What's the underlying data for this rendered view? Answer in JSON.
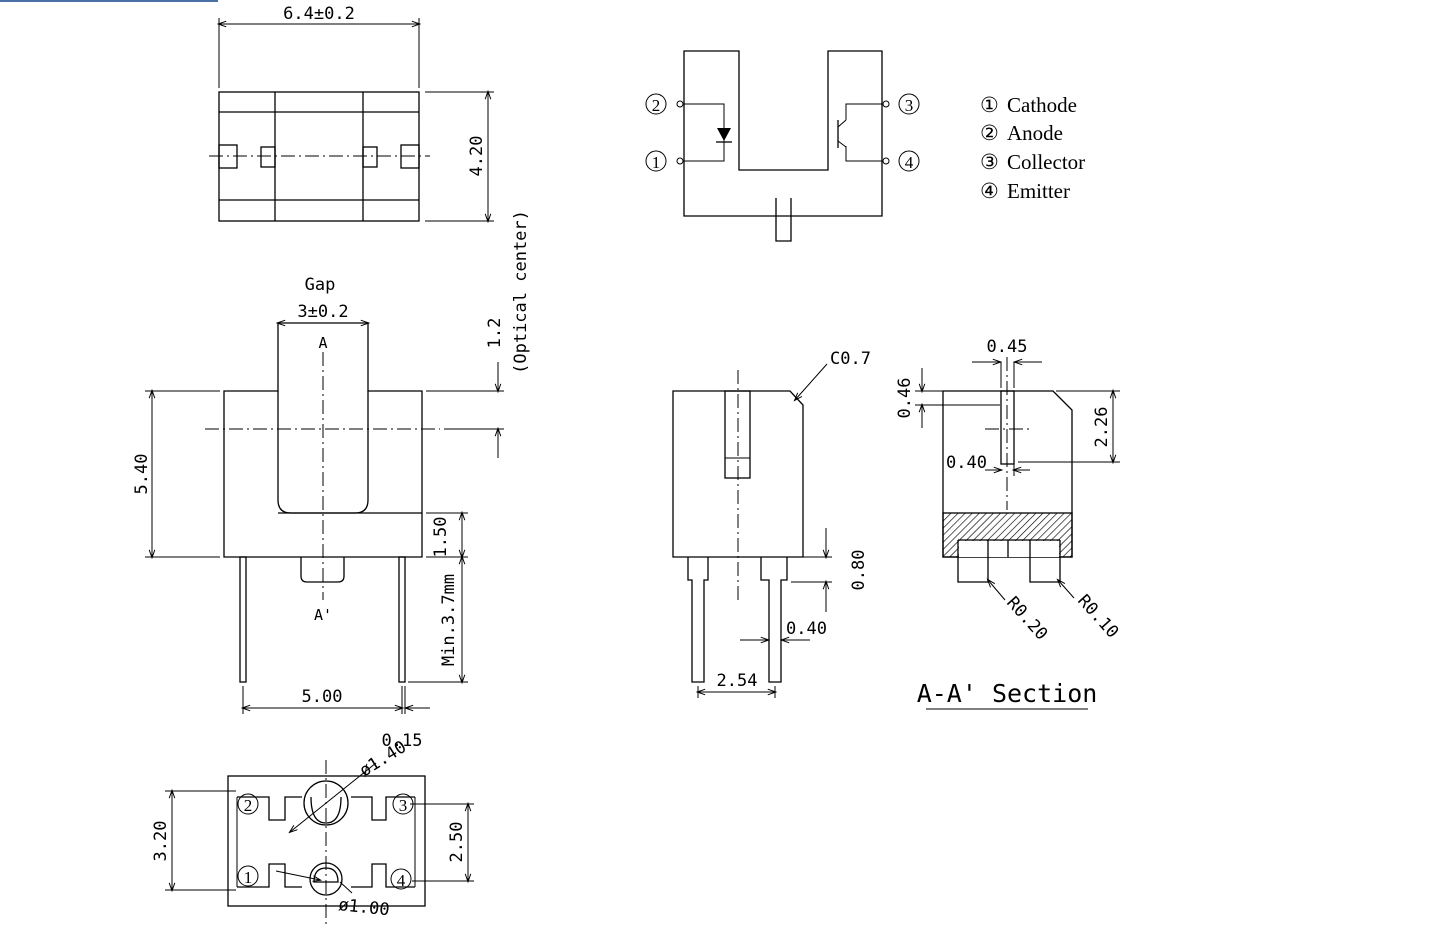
{
  "dimensions": {
    "top_width": "6.4±0.2",
    "top_height": "4.20",
    "optical_center": "1.2",
    "optical_center_note": "(Optical center)",
    "gap_label": "Gap",
    "gap": "3±0.2",
    "section_a": "A",
    "section_a_prime": "A'",
    "front_height": "5.40",
    "slot_bottom": "1.50",
    "lead_length": "Min.3.7mm",
    "lead_pitch": "5.00",
    "lead_thickness_front": "0.15",
    "chamfer": "C0.7",
    "pin_standoff": "0.80",
    "pin_width": "0.40",
    "side_pitch": "2.54",
    "aperture_width": "0.45",
    "aperture_top": "0.46",
    "aperture_slit": "0.40",
    "section_depth": "2.26",
    "radius_1": "R0.20",
    "radius_2": "R0.10",
    "hole_large": "ø1.40",
    "hole_small": "ø1.00",
    "bottom_height": "3.20",
    "pin_row_pitch": "2.50"
  },
  "section_title": "A-A' Section",
  "pins": [
    {
      "num": "①",
      "label": "Cathode"
    },
    {
      "num": "②",
      "label": "Anode"
    },
    {
      "num": "③",
      "label": "Collector"
    },
    {
      "num": "④",
      "label": "Emitter"
    }
  ],
  "schematic_pins": {
    "p1": "1",
    "p2": "2",
    "p3": "3",
    "p4": "4"
  },
  "bottom_pins": {
    "p1": "1",
    "p2": "2",
    "p3": "3",
    "p4": "4"
  }
}
